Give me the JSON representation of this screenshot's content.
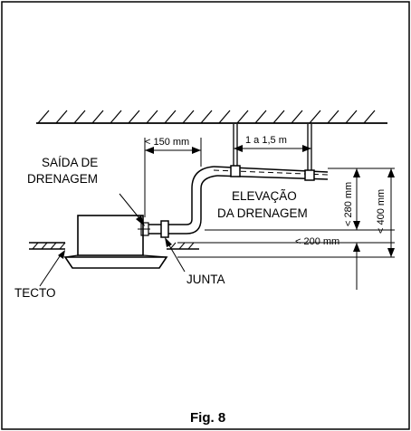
{
  "labels": {
    "drain_outlet_line1": "SAÍDA DE",
    "drain_outlet_line2": "DRENAGEM",
    "drain_lift_line1": "ELEVAÇÃO",
    "drain_lift_line2": "DA DRENAGEM",
    "joint": "JUNTA",
    "ceiling": "TECTO"
  },
  "dimensions": {
    "horizontal_run": "< 150 mm",
    "support_spacing": "1 a 1,5 m",
    "lift_height": "< 280 mm",
    "total_height": "< 400 mm",
    "below_ceiling": "< 200 mm"
  },
  "caption": "Fig. 8"
}
